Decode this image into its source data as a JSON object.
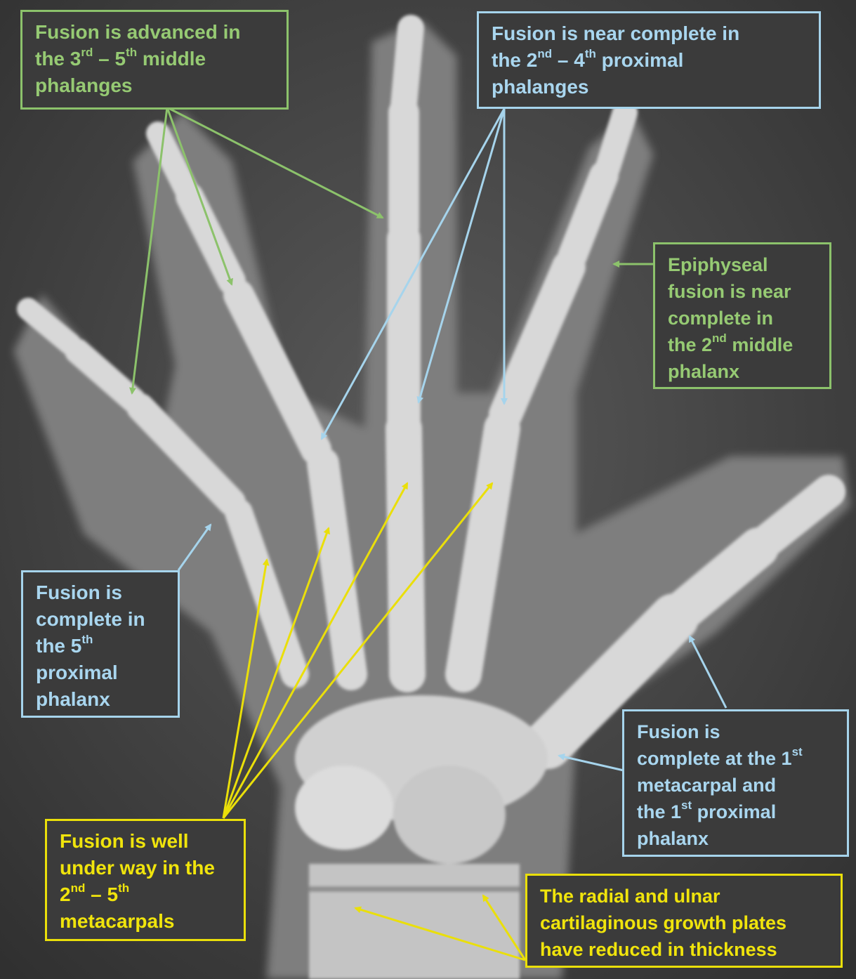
{
  "palette": {
    "background": "#3a3a3a",
    "bone": "#cfcfcf",
    "green": "#8cc26b",
    "blue": "#a6d4ec",
    "yellow": "#eadf0a"
  },
  "labels": {
    "middle_phalanges_3_5": {
      "line1": "Fusion is advanced in",
      "line2_a": "the 3",
      "line2_sup1": "rd",
      "line2_b": " – 5",
      "line2_sup2": "th",
      "line2_c": " middle",
      "line3": "phalanges"
    },
    "proximal_phalanges_2_4": {
      "line1": "Fusion is near complete in",
      "line2_a": "the 2",
      "line2_sup1": "nd",
      "line2_b": " – 4",
      "line2_sup2": "th",
      "line2_c": " proximal",
      "line3": "phalanges"
    },
    "middle_phalanx_2": {
      "line1": "Epiphyseal",
      "line2": "fusion is near",
      "line3": "complete in",
      "line4_a": "the 2",
      "line4_sup": "nd",
      "line4_b": " middle",
      "line5": "phalanx"
    },
    "proximal_phalanx_5": {
      "line1": "Fusion is",
      "line2": "complete in",
      "line3_a": "the 5",
      "line3_sup": "th",
      "line4": "proximal",
      "line5": "phalanx"
    },
    "first_metacarpal": {
      "line1": "Fusion is",
      "line2_a": "complete at the 1",
      "line2_sup": "st",
      "line3": "metacarpal and",
      "line4_a": "the 1",
      "line4_sup": "st",
      "line4_b": " proximal",
      "line5": "phalanx"
    },
    "metacarpals_2_5": {
      "line1": "Fusion is well",
      "line2": "under way in the",
      "line3_a": "2",
      "line3_sup1": "nd",
      "line3_b": " – 5",
      "line3_sup2": "th",
      "line4": "metacarpals"
    },
    "growth_plates": {
      "line1": "The radial and ulnar",
      "line2": "cartilaginous growth plates",
      "line3": "have reduced in thickness"
    }
  }
}
